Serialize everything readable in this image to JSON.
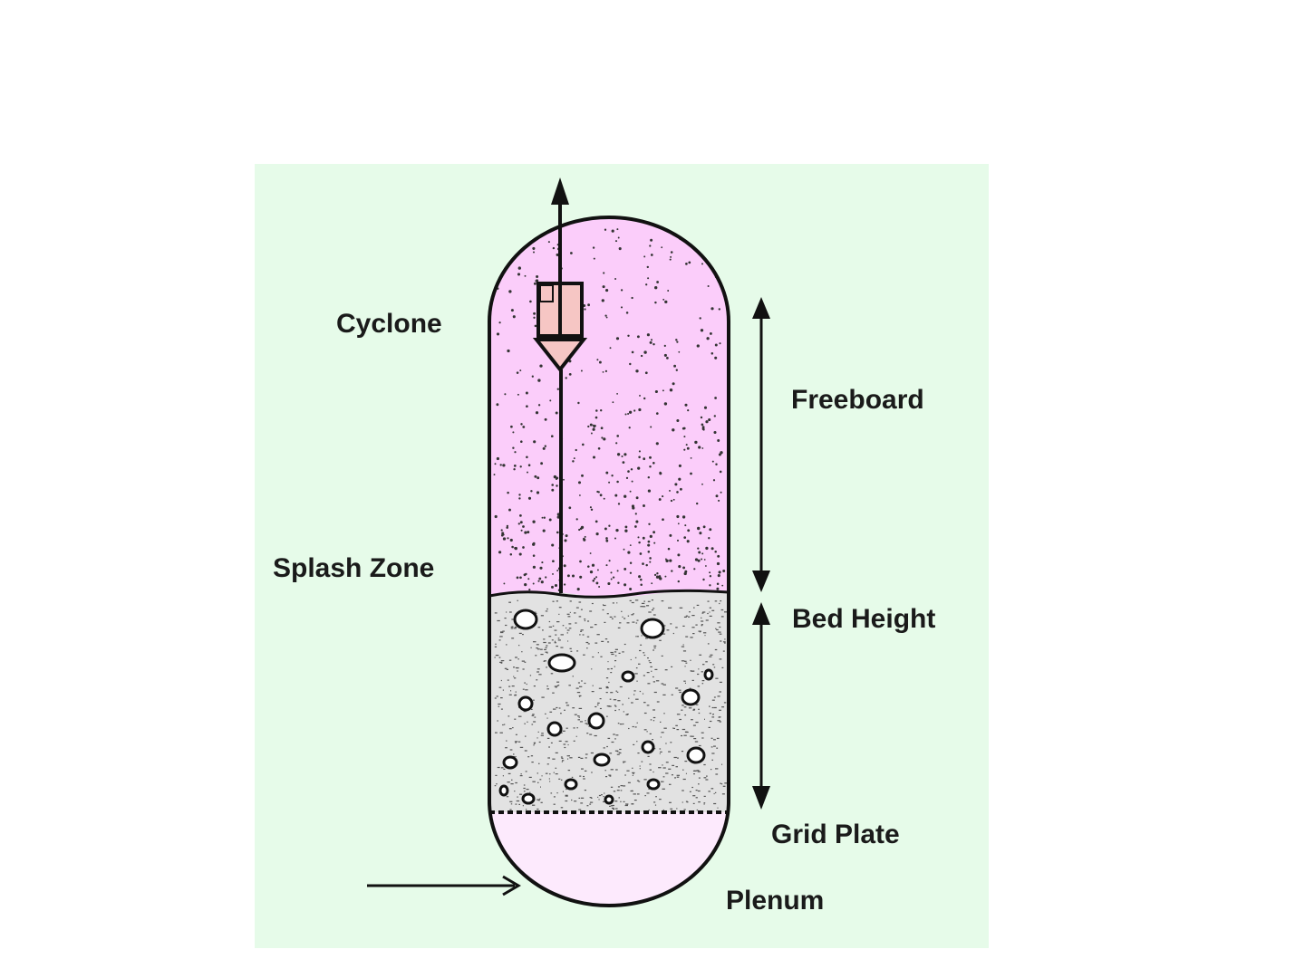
{
  "labels": {
    "cyclone": "Cyclone",
    "splash_zone": "Splash Zone",
    "freeboard": "Freeboard",
    "bed_height": "Bed Height",
    "grid_plate": "Grid Plate",
    "plenum": "Plenum"
  },
  "colors": {
    "panel_background": "#e6fbe9",
    "freeboard_fill": "#fbcdfa",
    "plenum_fill": "#fdeafd",
    "bed_fill": "#e2e2e2",
    "cyclone_fill": "#f6c6c4",
    "outline": "#111111"
  }
}
